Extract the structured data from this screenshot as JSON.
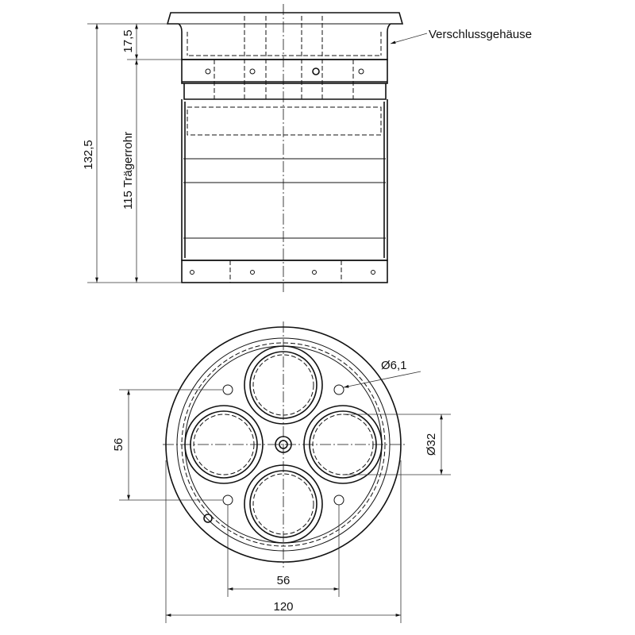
{
  "labels": {
    "housing": "Verschlussgehäuse",
    "dim_top": "17,5",
    "dim_total": "132,5",
    "dim_tube": "115 Trägerrohr",
    "dim_hole": "Ø6,1",
    "dim_vertical_spacing": "56",
    "dim_socket": "Ø32",
    "dim_horizontal_spacing": "56",
    "dim_diameter": "120"
  }
}
